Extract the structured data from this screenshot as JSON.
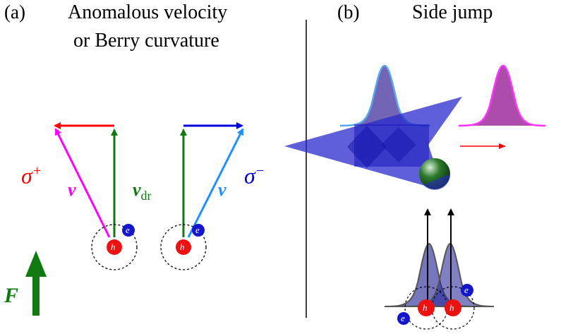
{
  "panel_a": {
    "tag": "(a)",
    "title_line1": "Anomalous velocity",
    "title_line2": "or Berry curvature",
    "sigma_plus": "σ",
    "sigma_plus_sup": "+",
    "v_left": "v",
    "v_dr": "v",
    "v_dr_sub": "dr",
    "v_right": "v",
    "sigma_minus": "σ",
    "sigma_minus_sup": "−",
    "force": "F",
    "hole": "h",
    "electron": "e"
  },
  "panel_b": {
    "tag": "(b)",
    "title": "Side jump",
    "hole": "h",
    "electron": "e"
  },
  "colors": {
    "red": "#ff0000",
    "magenta": "#ff00ff",
    "green": "#107a10",
    "blue": "#0000dd",
    "light_blue": "#1e90ff",
    "hole_red": "#ee1111",
    "electron_blue": "#1515cc",
    "blob": "#2a2acc"
  }
}
